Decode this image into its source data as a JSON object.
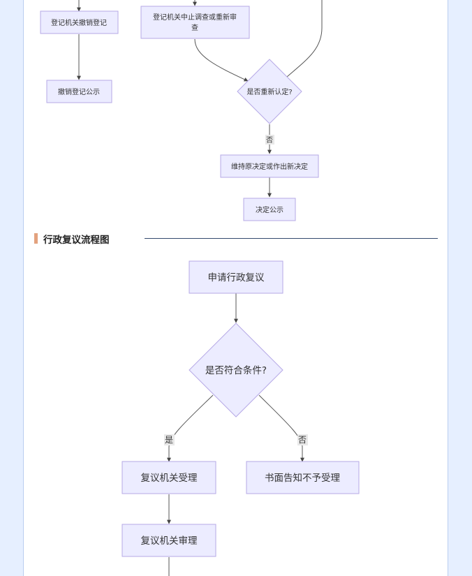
{
  "flow1": {
    "revoke_registration": "登记机关撤销登记",
    "revoke_notice": "撤销登记公示",
    "stop_or_review_line1": "登记机关中止调查或重新审",
    "stop_or_review_line2": "查",
    "re_determine": "是否重新认定?",
    "edge_no": "否",
    "keep_or_new": "维持原决定或作出新决定",
    "decision_notice": "决定公示"
  },
  "section": {
    "title": "行政复议流程图"
  },
  "flow2": {
    "apply": "申请行政复议",
    "meets_conditions": "是否符合条件?",
    "edge_yes": "是",
    "edge_no": "否",
    "accept": "复议机关受理",
    "reject_notice": "书面告知不予受理",
    "review": "复议机关审理"
  },
  "colors": {
    "page_bg": "#e6efff",
    "node_fill": "#ececff",
    "node_stroke": "#b6a9e6",
    "section_accent": "#e3a27e",
    "section_rule": "#33496e"
  }
}
